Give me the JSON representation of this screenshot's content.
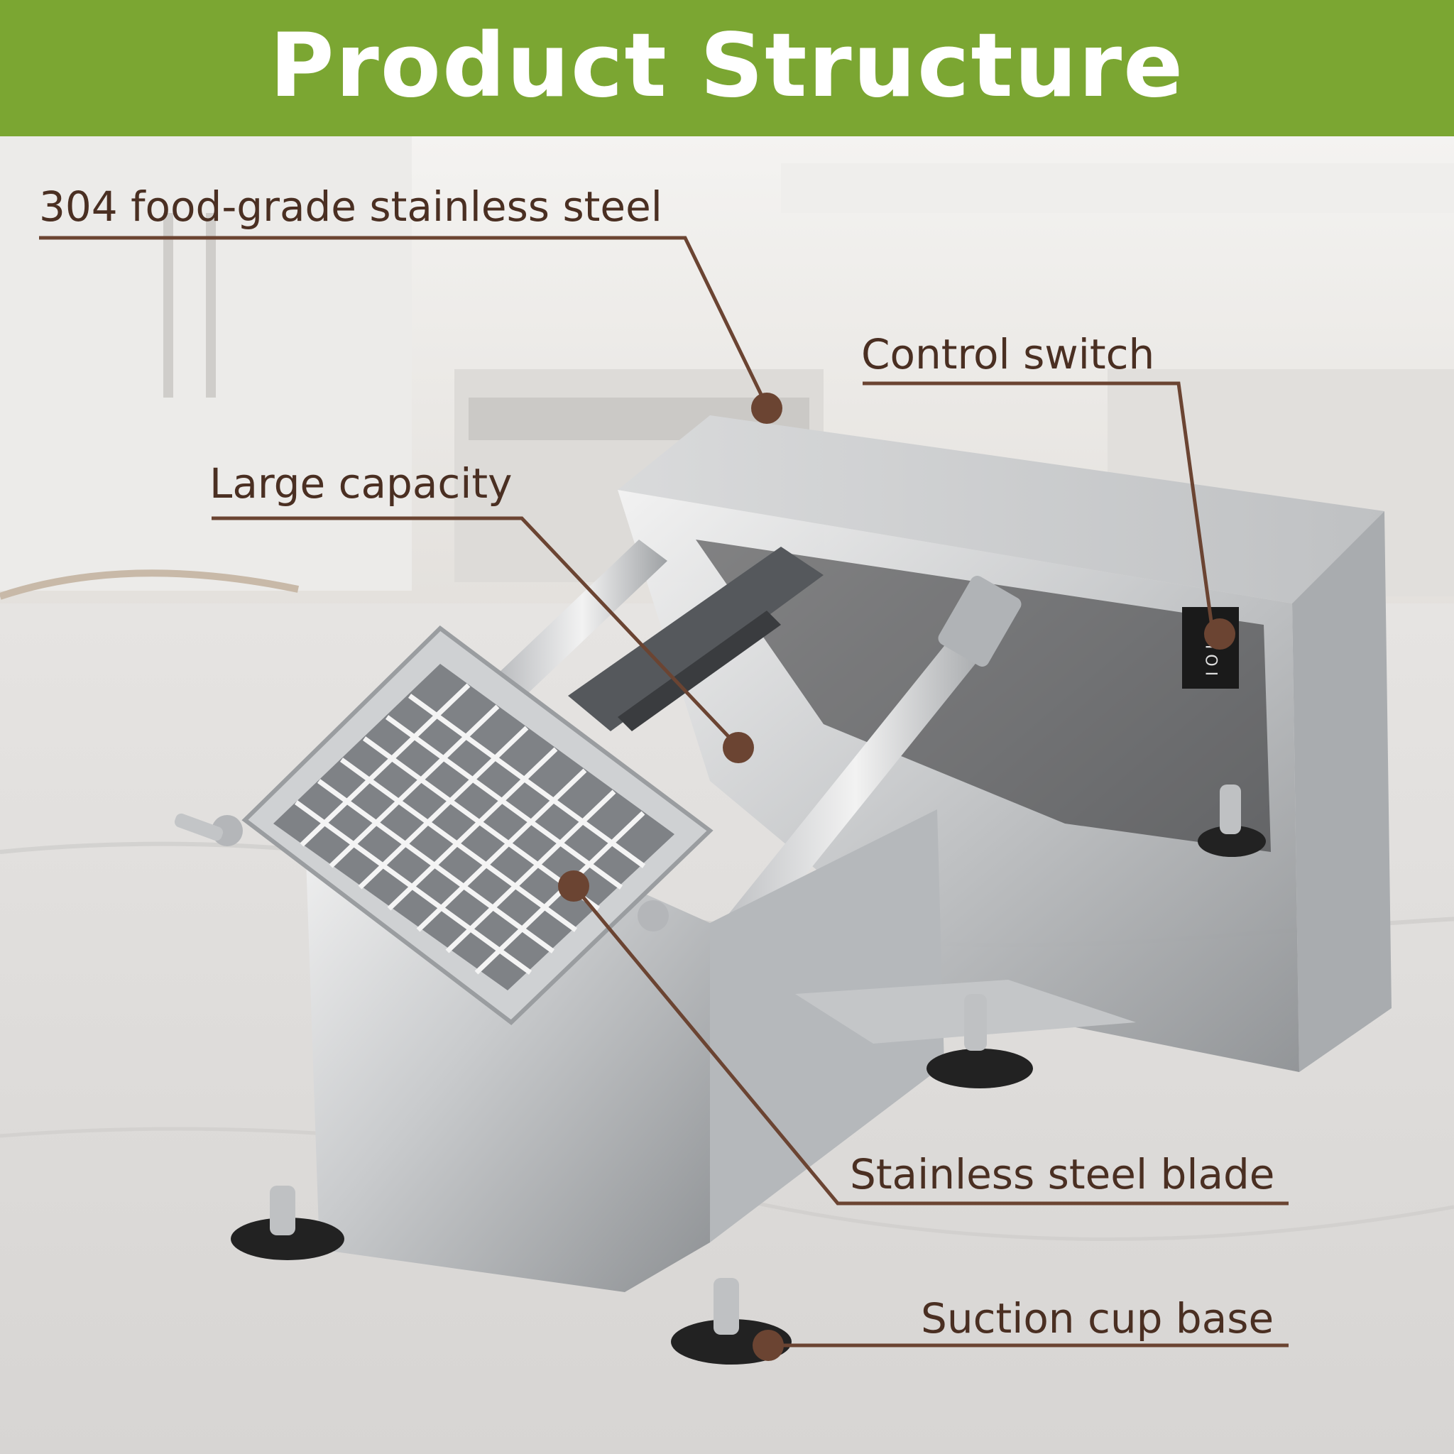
{
  "banner": {
    "title": "Product Structure"
  },
  "callouts": {
    "steel": "304 food-grade stainless steel",
    "switch": "Control switch",
    "capacity": "Large capacity",
    "blade": "Stainless steel blade",
    "base": "Suction cup base"
  },
  "switch_marks": "I O I",
  "colors": {
    "banner": "#7ba632",
    "leader": "#6b4432",
    "text": "#4a2f22"
  }
}
